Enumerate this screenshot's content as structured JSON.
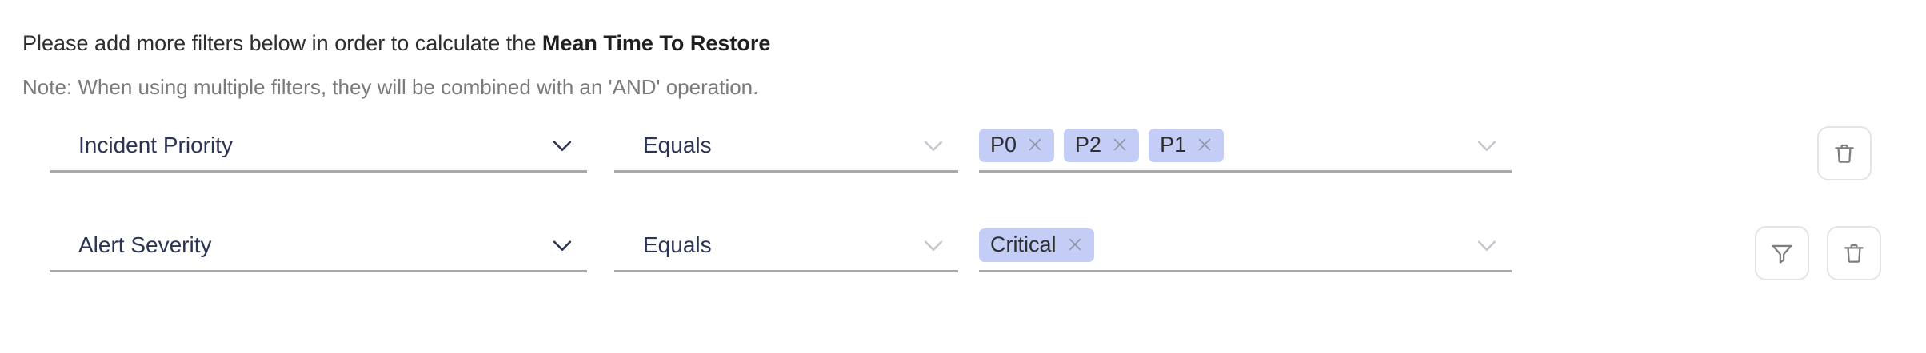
{
  "heading": {
    "text_before": "Please add more filters below in order to calculate the ",
    "metric": "Mean Time To Restore"
  },
  "note": "Note: When using multiple filters, they will be combined with an 'AND' operation.",
  "colors": {
    "tag_background": "#c3cdf5",
    "field_text": "#2b3553",
    "underline": "#a9a9a9",
    "note_text": "#7a7a7a",
    "icon_gray": "#7e7e7e"
  },
  "filters": [
    {
      "field": {
        "value": "Incident Priority",
        "chevron": "chevron-down-icon"
      },
      "operator": {
        "value": "Equals",
        "chevron": "chevron-down-icon"
      },
      "value": {
        "tags": [
          "P0",
          "P2",
          "P1"
        ],
        "remove_icon": "close-icon",
        "chevron": "chevron-down-icon"
      },
      "actions": [
        {
          "name": "delete-filter-button",
          "icon": "trash-icon"
        }
      ]
    },
    {
      "field": {
        "value": "Alert Severity",
        "chevron": "chevron-down-icon"
      },
      "operator": {
        "value": "Equals",
        "chevron": "chevron-down-icon"
      },
      "value": {
        "tags": [
          "Critical"
        ],
        "remove_icon": "close-icon",
        "chevron": "chevron-down-icon"
      },
      "actions": [
        {
          "name": "add-filter-button",
          "icon": "funnel-icon"
        },
        {
          "name": "delete-filter-button",
          "icon": "trash-icon"
        }
      ]
    }
  ]
}
